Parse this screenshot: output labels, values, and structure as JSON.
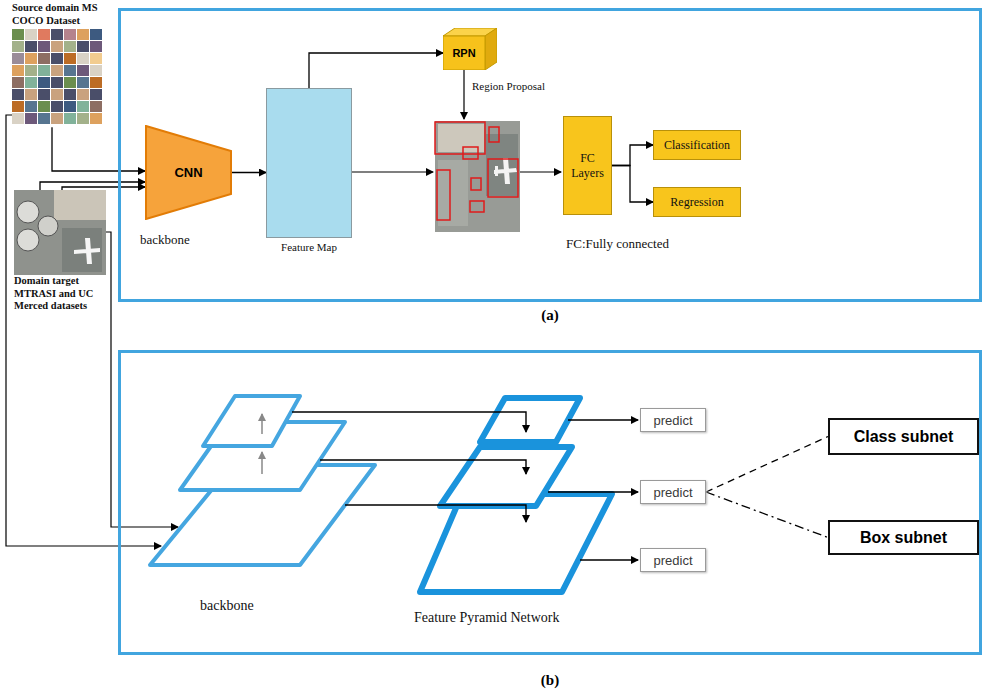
{
  "diagram": {
    "nodes": [
      {
        "text": [
          "(a)"
        ]
      },
      {
        "text": [
          "Source domain MS COCO Dataset"
        ]
      },
      {
        "text": [
          "RPN"
        ],
        "in": 0
      },
      {
        "text": [
          "CNN"
        ],
        "in": 0
      },
      {
        "text": [
          "Feature Map"
        ],
        "in": 0
      },
      {
        "text": [
          "FC Layers"
        ],
        "in": 0
      },
      {
        "text": [
          "Classification"
        ],
        "in": 0
      },
      {
        "text": [
          "Regression"
        ],
        "in": 0
      },
      {
        "text": [
          "Domain target MTRASI and UC Merced datasets"
        ]
      },
      {
        "text": [
          "(b)"
        ]
      },
      {
        "text": [
          "predict"
        ],
        "in": 9
      },
      {
        "text": [
          "Class subnet"
        ],
        "in": 9
      },
      {
        "text": [
          "predict"
        ],
        "in": 9
      },
      {
        "text": [
          "Box subnet"
        ],
        "in": 9
      },
      {
        "text": [
          "predict"
        ],
        "in": 9
      }
    ],
    "edges": [
      {
        "from": 1,
        "to": 3,
        "arrow": "to"
      },
      {
        "from": 8,
        "to": 3,
        "arrow": "to"
      },
      {
        "from": 8,
        "to": 3,
        "arrow": "to"
      },
      {
        "from": 3,
        "to": 4,
        "arrow": "to"
      },
      {
        "from": 4,
        "to": 2,
        "arrow": "to"
      },
      {
        "from": 5,
        "to": 6,
        "arrow": "to"
      },
      {
        "from": 5,
        "to": 7,
        "arrow": "to"
      },
      {
        "from": 12,
        "to": 11,
        "arrow": "none"
      },
      {
        "from": 12,
        "to": 13,
        "arrow": "none"
      }
    ],
    "labels": [
      "Region Proposal",
      "backbone",
      "FC:Fully connected",
      "backbone",
      "Feature Pyramid Network"
    ]
  }
}
